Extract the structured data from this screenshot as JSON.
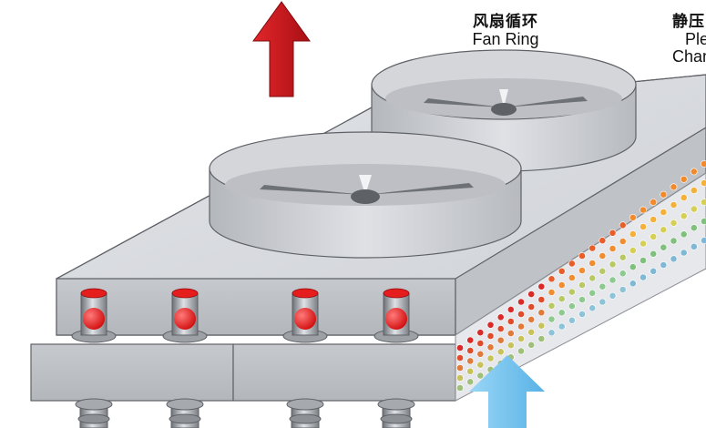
{
  "labels": {
    "fan_ring": {
      "zh": "风扇循环",
      "en": "Fan Ring"
    },
    "plenum": {
      "zh": "静压",
      "en_line1": "Plenum",
      "en_line2": "Chamber"
    }
  },
  "colors": {
    "hot_arrow": "#c8191c",
    "cold_arrow": "#79c6ef",
    "hot_fluid": "#e51d1d",
    "body_gray": "#c9ccd1",
    "top_gray": "#d8dadf",
    "edge_gray": "#5e6166"
  },
  "icons": {
    "exhaust": "up-arrow-red-icon",
    "intake": "up-arrow-blue-icon"
  }
}
